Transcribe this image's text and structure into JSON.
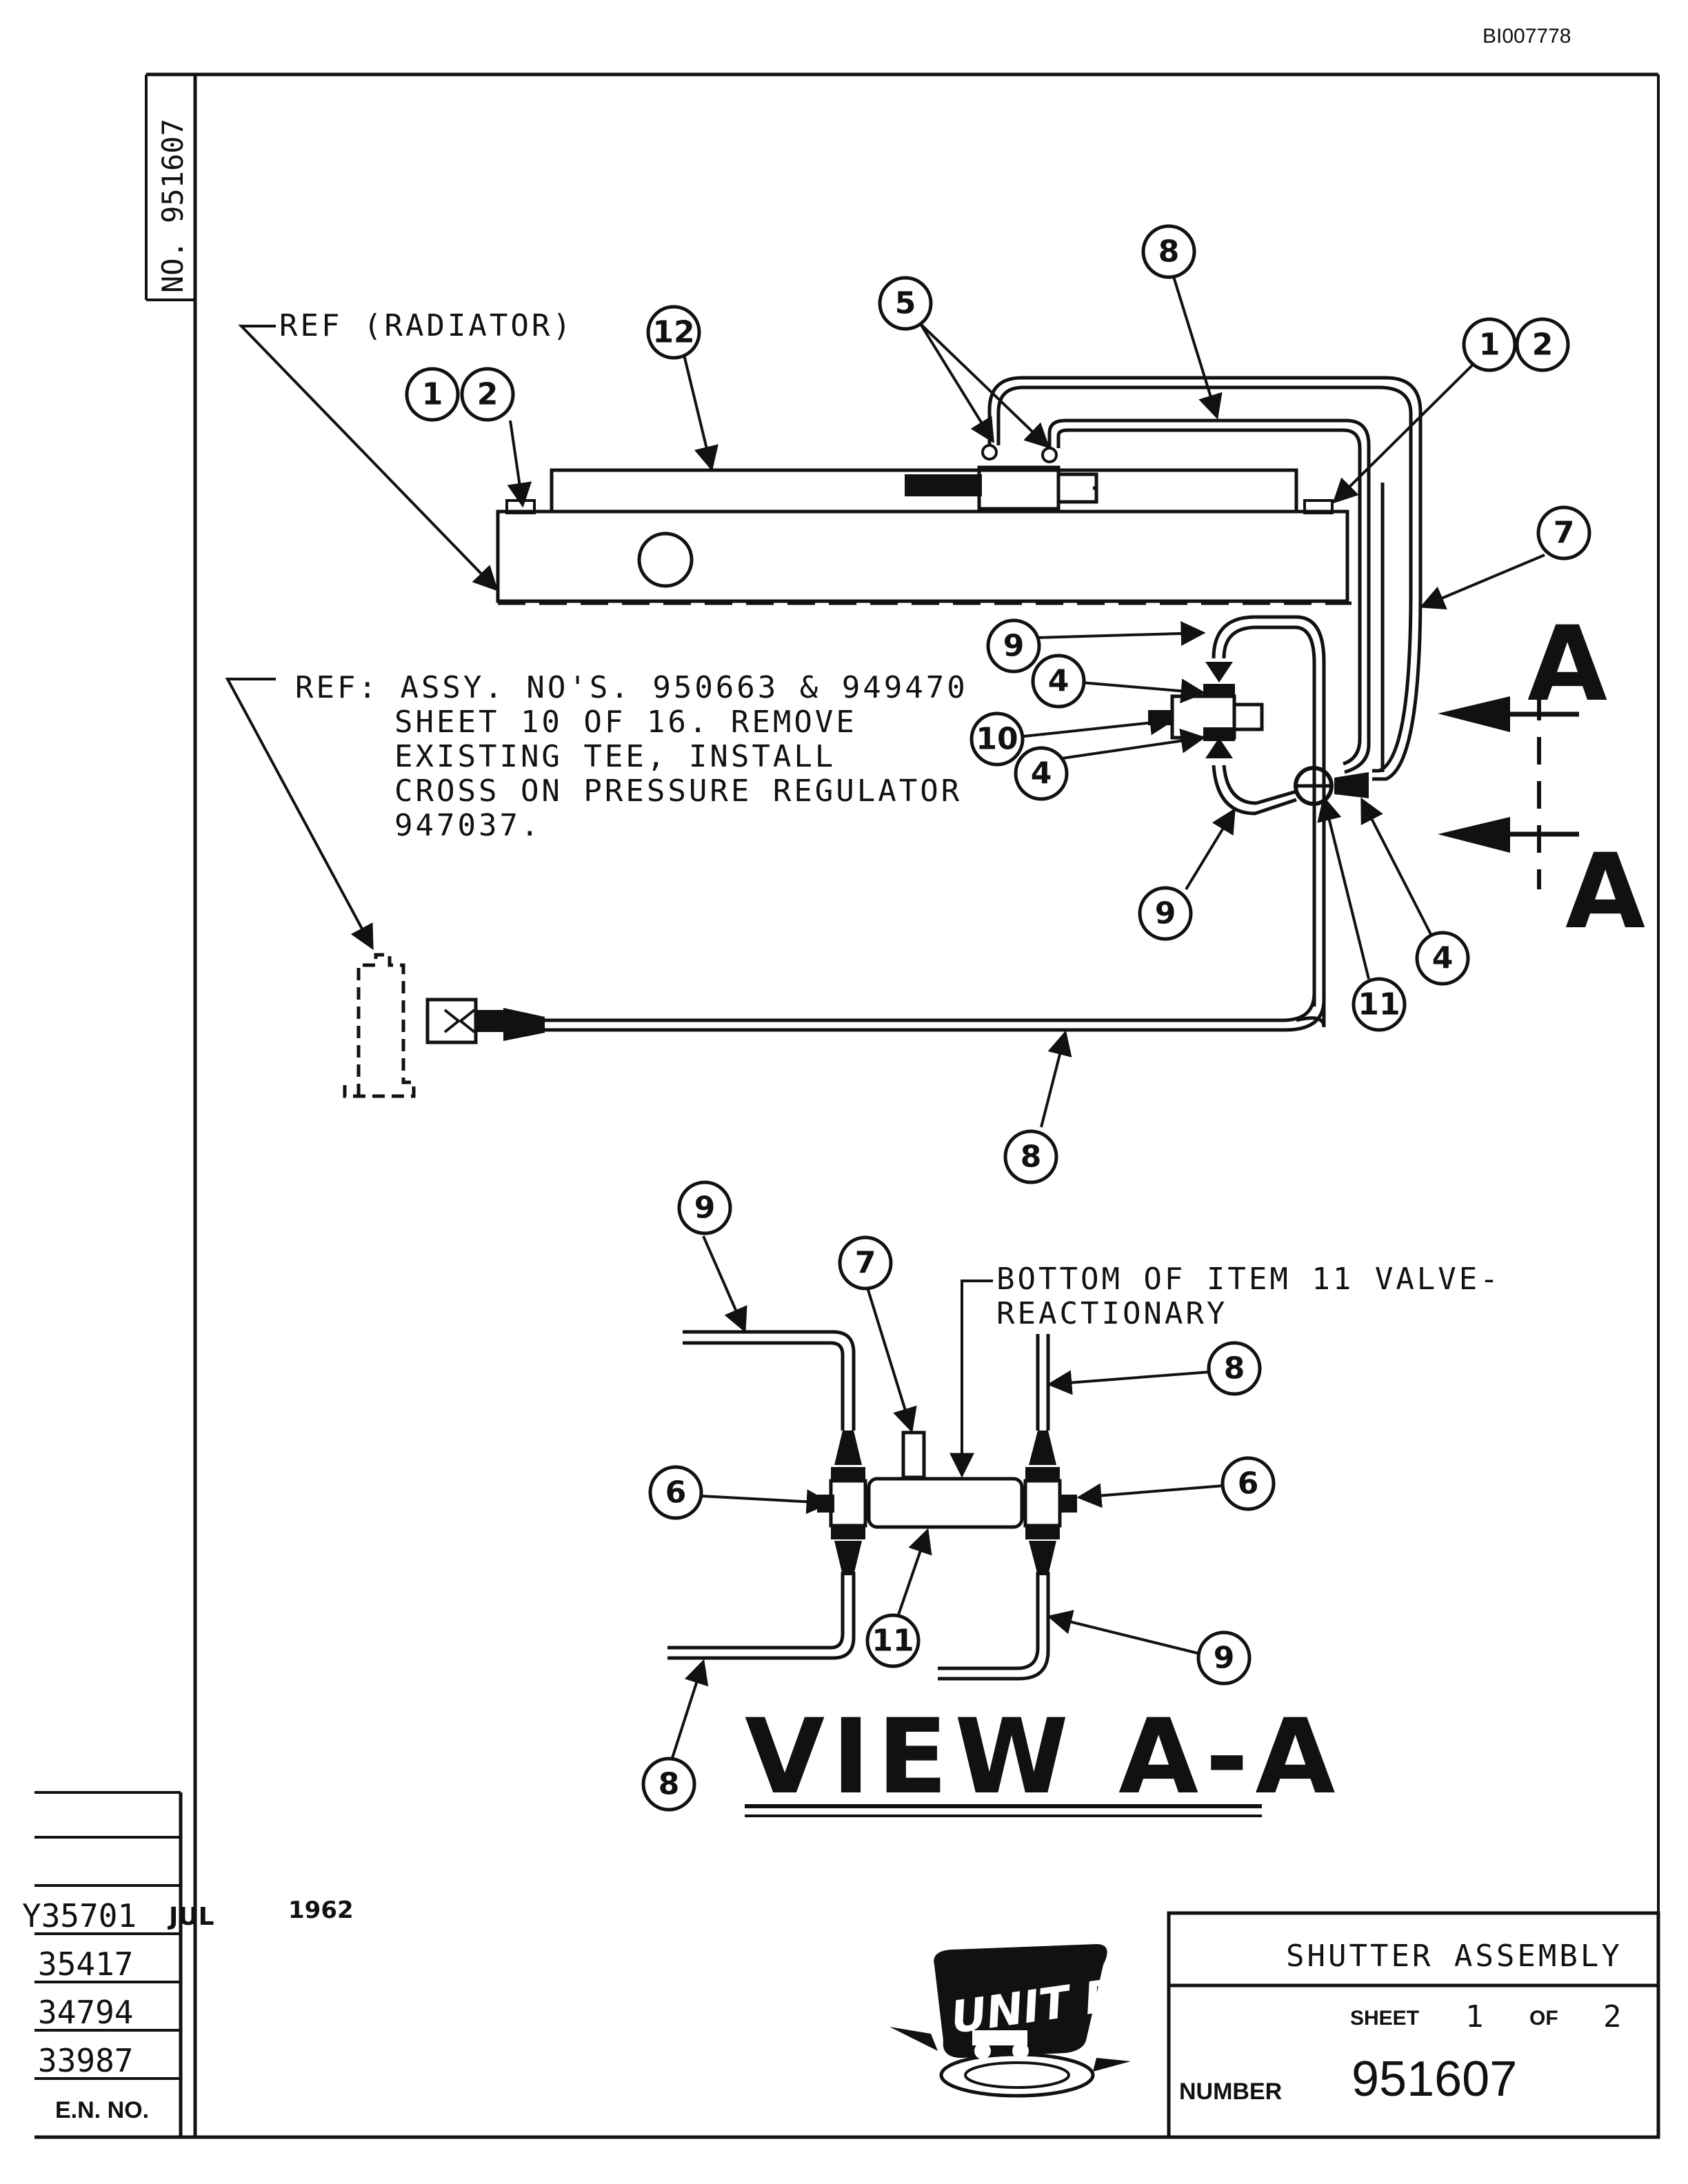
{
  "doc_id": "BI007778",
  "side_number": "NO. 951607",
  "notes": {
    "radiator": "REF (RADIATOR)",
    "ref_assy": [
      "REF: ASSY. NO'S. 950663 & 949470",
      "SHEET 10 OF 16.  REMOVE",
      "EXISTING TEE, INSTALL",
      "CROSS ON PRESSURE REGULATOR",
      "947037."
    ],
    "bottom_item": [
      "BOTTOM OF ITEM  11  VALVE-",
      "REACTIONARY"
    ]
  },
  "section_label": "A",
  "view_title": "VIEW A-A",
  "balloons": {
    "b1a": "1",
    "b2a": "2",
    "b12": "12",
    "b5": "5",
    "b8a": "8",
    "b1b": "1",
    "b2b": "2",
    "b7a": "7",
    "b9a": "9",
    "b4a": "4",
    "b10": "10",
    "b4b": "4",
    "b9b": "9",
    "b4c": "4",
    "b11a": "11",
    "b8b": "8",
    "b9c": "9",
    "b7b": "7",
    "b8c": "8",
    "b6a": "6",
    "b6b": "6",
    "b11b": "11",
    "b9d": "9",
    "b8d": "8"
  },
  "revisions": {
    "rows": [
      {
        "en": "Y35701",
        "date": "JUL",
        "year": "1962"
      },
      {
        "en": "35417"
      },
      {
        "en": "34794"
      },
      {
        "en": "33987"
      }
    ],
    "header": "E.N. NO."
  },
  "title_block": {
    "title": "SHUTTER ASSEMBLY",
    "sheet_label": "SHEET",
    "sheet_no": "1",
    "of_label": "OF",
    "sheet_total": "2",
    "number_label": "NUMBER",
    "number": "951607"
  },
  "logo": {
    "text": "UNIT RIG"
  }
}
